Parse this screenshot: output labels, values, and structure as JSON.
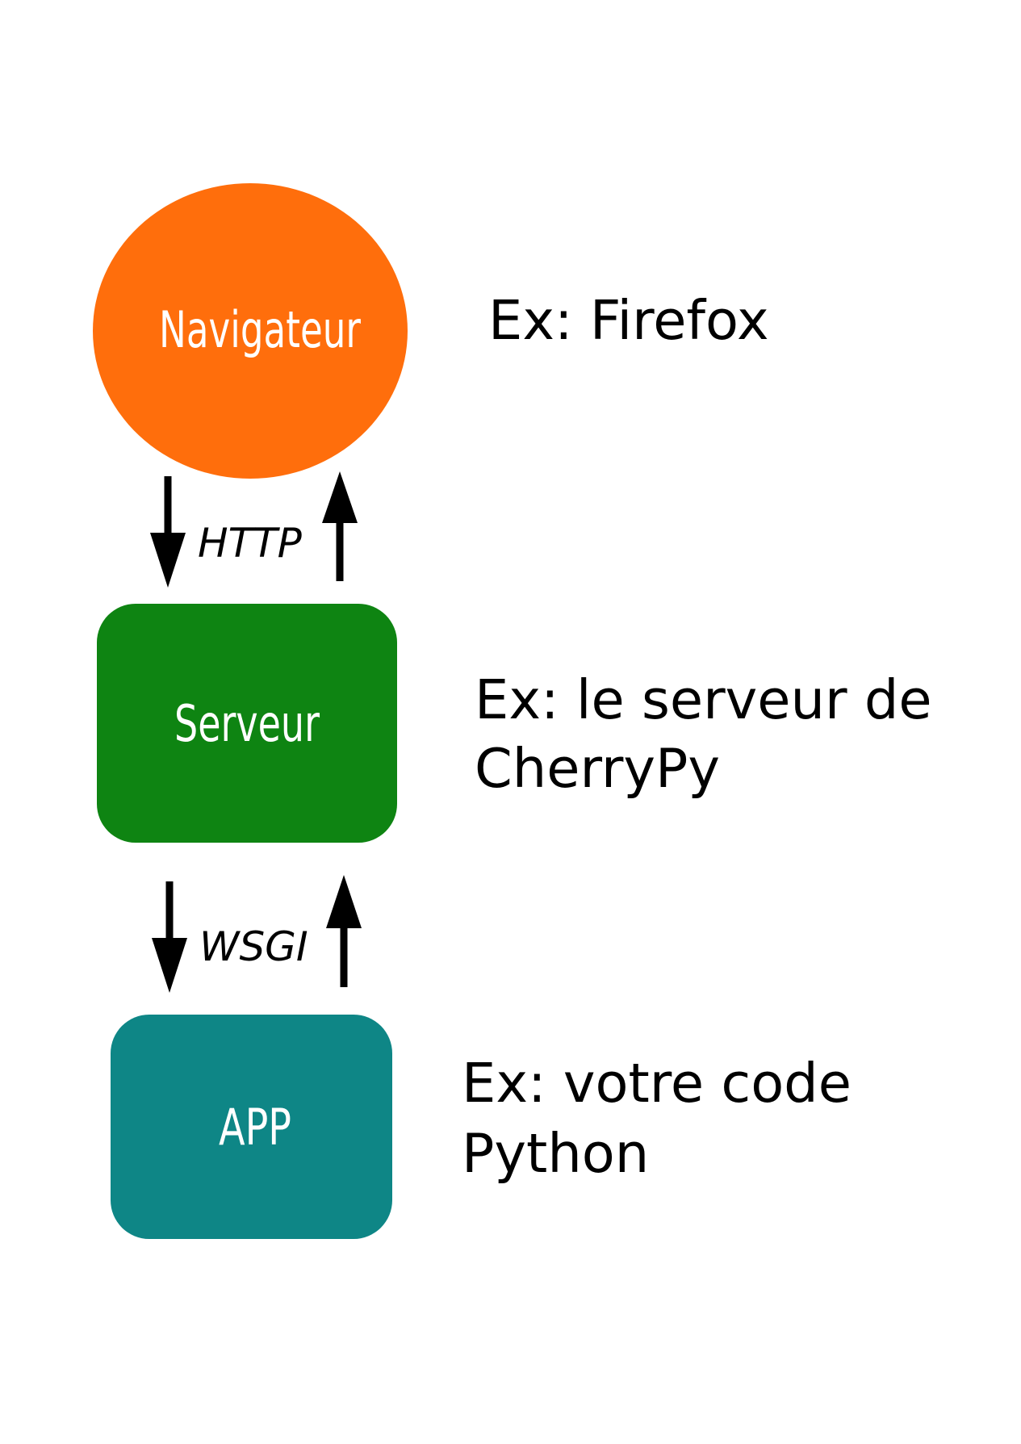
{
  "nodes": {
    "browser": {
      "label": "Navigateur",
      "color": "#ff6e0c"
    },
    "server": {
      "label": "Serveur",
      "color": "#0e8412"
    },
    "app": {
      "label": "APP",
      "color": "#0e8686"
    }
  },
  "edges": {
    "browser_server": {
      "label": "HTTP"
    },
    "server_app": {
      "label": "WSGI"
    }
  },
  "notes": {
    "browser": {
      "line1": "Ex: Firefox"
    },
    "server": {
      "line1": "Ex: le serveur de",
      "line2": "CherryPy"
    },
    "app": {
      "line1": "Ex: votre code",
      "line2": "Python"
    }
  }
}
